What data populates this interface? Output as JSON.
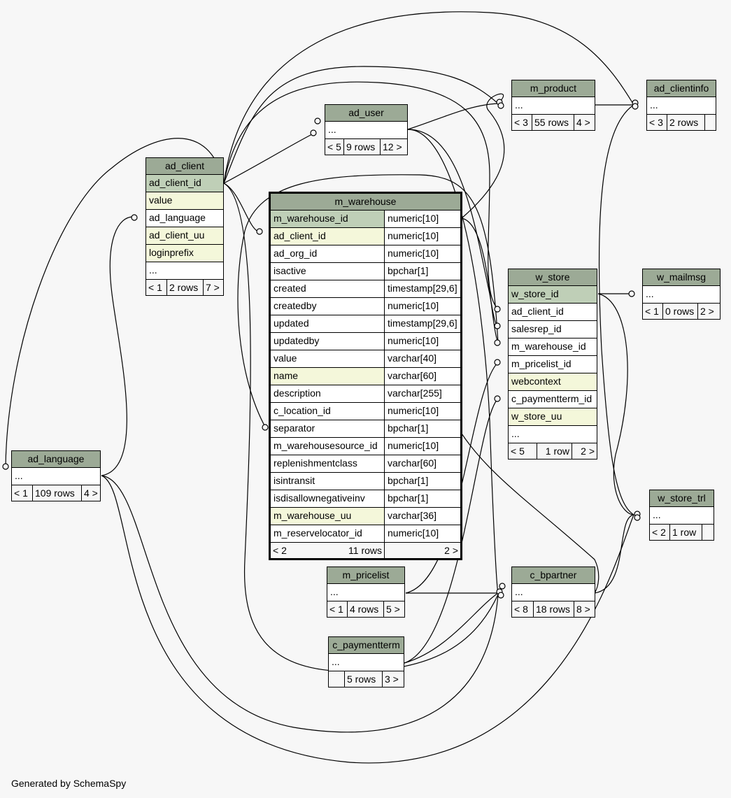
{
  "credit": "Generated by SchemaSpy",
  "tables": {
    "ad_user": {
      "name": "ad_user",
      "rows": [
        "..."
      ],
      "footer": [
        "< 5",
        "9 rows",
        "12 >"
      ]
    },
    "m_product": {
      "name": "m_product",
      "rows": [
        "..."
      ],
      "footer": [
        "< 3",
        "55 rows",
        "4 >"
      ]
    },
    "ad_clientinfo": {
      "name": "ad_clientinfo",
      "rows": [
        "..."
      ],
      "footer": [
        "< 3",
        "2 rows",
        ""
      ]
    },
    "ad_client": {
      "name": "ad_client",
      "rows": [
        "ad_client_id",
        "value",
        "ad_language",
        "ad_client_uu",
        "loginprefix",
        "..."
      ],
      "footer": [
        "< 1",
        "2 rows",
        "7 >"
      ]
    },
    "m_warehouse": {
      "name": "m_warehouse",
      "columns": [
        {
          "name": "m_warehouse_id",
          "type": "numeric[10]"
        },
        {
          "name": "ad_client_id",
          "type": "numeric[10]"
        },
        {
          "name": "ad_org_id",
          "type": "numeric[10]"
        },
        {
          "name": "isactive",
          "type": "bpchar[1]"
        },
        {
          "name": "created",
          "type": "timestamp[29,6]"
        },
        {
          "name": "createdby",
          "type": "numeric[10]"
        },
        {
          "name": "updated",
          "type": "timestamp[29,6]"
        },
        {
          "name": "updatedby",
          "type": "numeric[10]"
        },
        {
          "name": "value",
          "type": "varchar[40]"
        },
        {
          "name": "name",
          "type": "varchar[60]"
        },
        {
          "name": "description",
          "type": "varchar[255]"
        },
        {
          "name": "c_location_id",
          "type": "numeric[10]"
        },
        {
          "name": "separator",
          "type": "bpchar[1]"
        },
        {
          "name": "m_warehousesource_id",
          "type": "numeric[10]"
        },
        {
          "name": "replenishmentclass",
          "type": "varchar[60]"
        },
        {
          "name": "isintransit",
          "type": "bpchar[1]"
        },
        {
          "name": "isdisallownegativeinv",
          "type": "bpchar[1]"
        },
        {
          "name": "m_warehouse_uu",
          "type": "varchar[36]"
        },
        {
          "name": "m_reservelocator_id",
          "type": "numeric[10]"
        }
      ],
      "footer": [
        "< 2",
        "11 rows",
        "2 >"
      ]
    },
    "w_store": {
      "name": "w_store",
      "rows": [
        "w_store_id",
        "ad_client_id",
        "salesrep_id",
        "m_warehouse_id",
        "m_pricelist_id",
        "webcontext",
        "c_paymentterm_id",
        "w_store_uu",
        "..."
      ],
      "footer": [
        "< 5",
        "1 row",
        "2 >"
      ]
    },
    "w_mailmsg": {
      "name": "w_mailmsg",
      "rows": [
        "..."
      ],
      "footer": [
        "< 1",
        "0 rows",
        "2 >"
      ]
    },
    "w_store_trl": {
      "name": "w_store_trl",
      "rows": [
        "..."
      ],
      "footer": [
        "< 2",
        "1 row",
        ""
      ]
    },
    "ad_language": {
      "name": "ad_language",
      "rows": [
        "..."
      ],
      "footer": [
        "< 1",
        "109 rows",
        "4 >"
      ]
    },
    "m_pricelist": {
      "name": "m_pricelist",
      "rows": [
        "..."
      ],
      "footer": [
        "< 1",
        "4 rows",
        "5 >"
      ]
    },
    "c_bpartner": {
      "name": "c_bpartner",
      "rows": [
        "..."
      ],
      "footer": [
        "< 8",
        "18 rows",
        "8 >"
      ]
    },
    "c_paymentterm": {
      "name": "c_paymentterm",
      "rows": [
        "..."
      ],
      "footer": [
        "",
        "5 rows",
        "3 >"
      ]
    }
  }
}
